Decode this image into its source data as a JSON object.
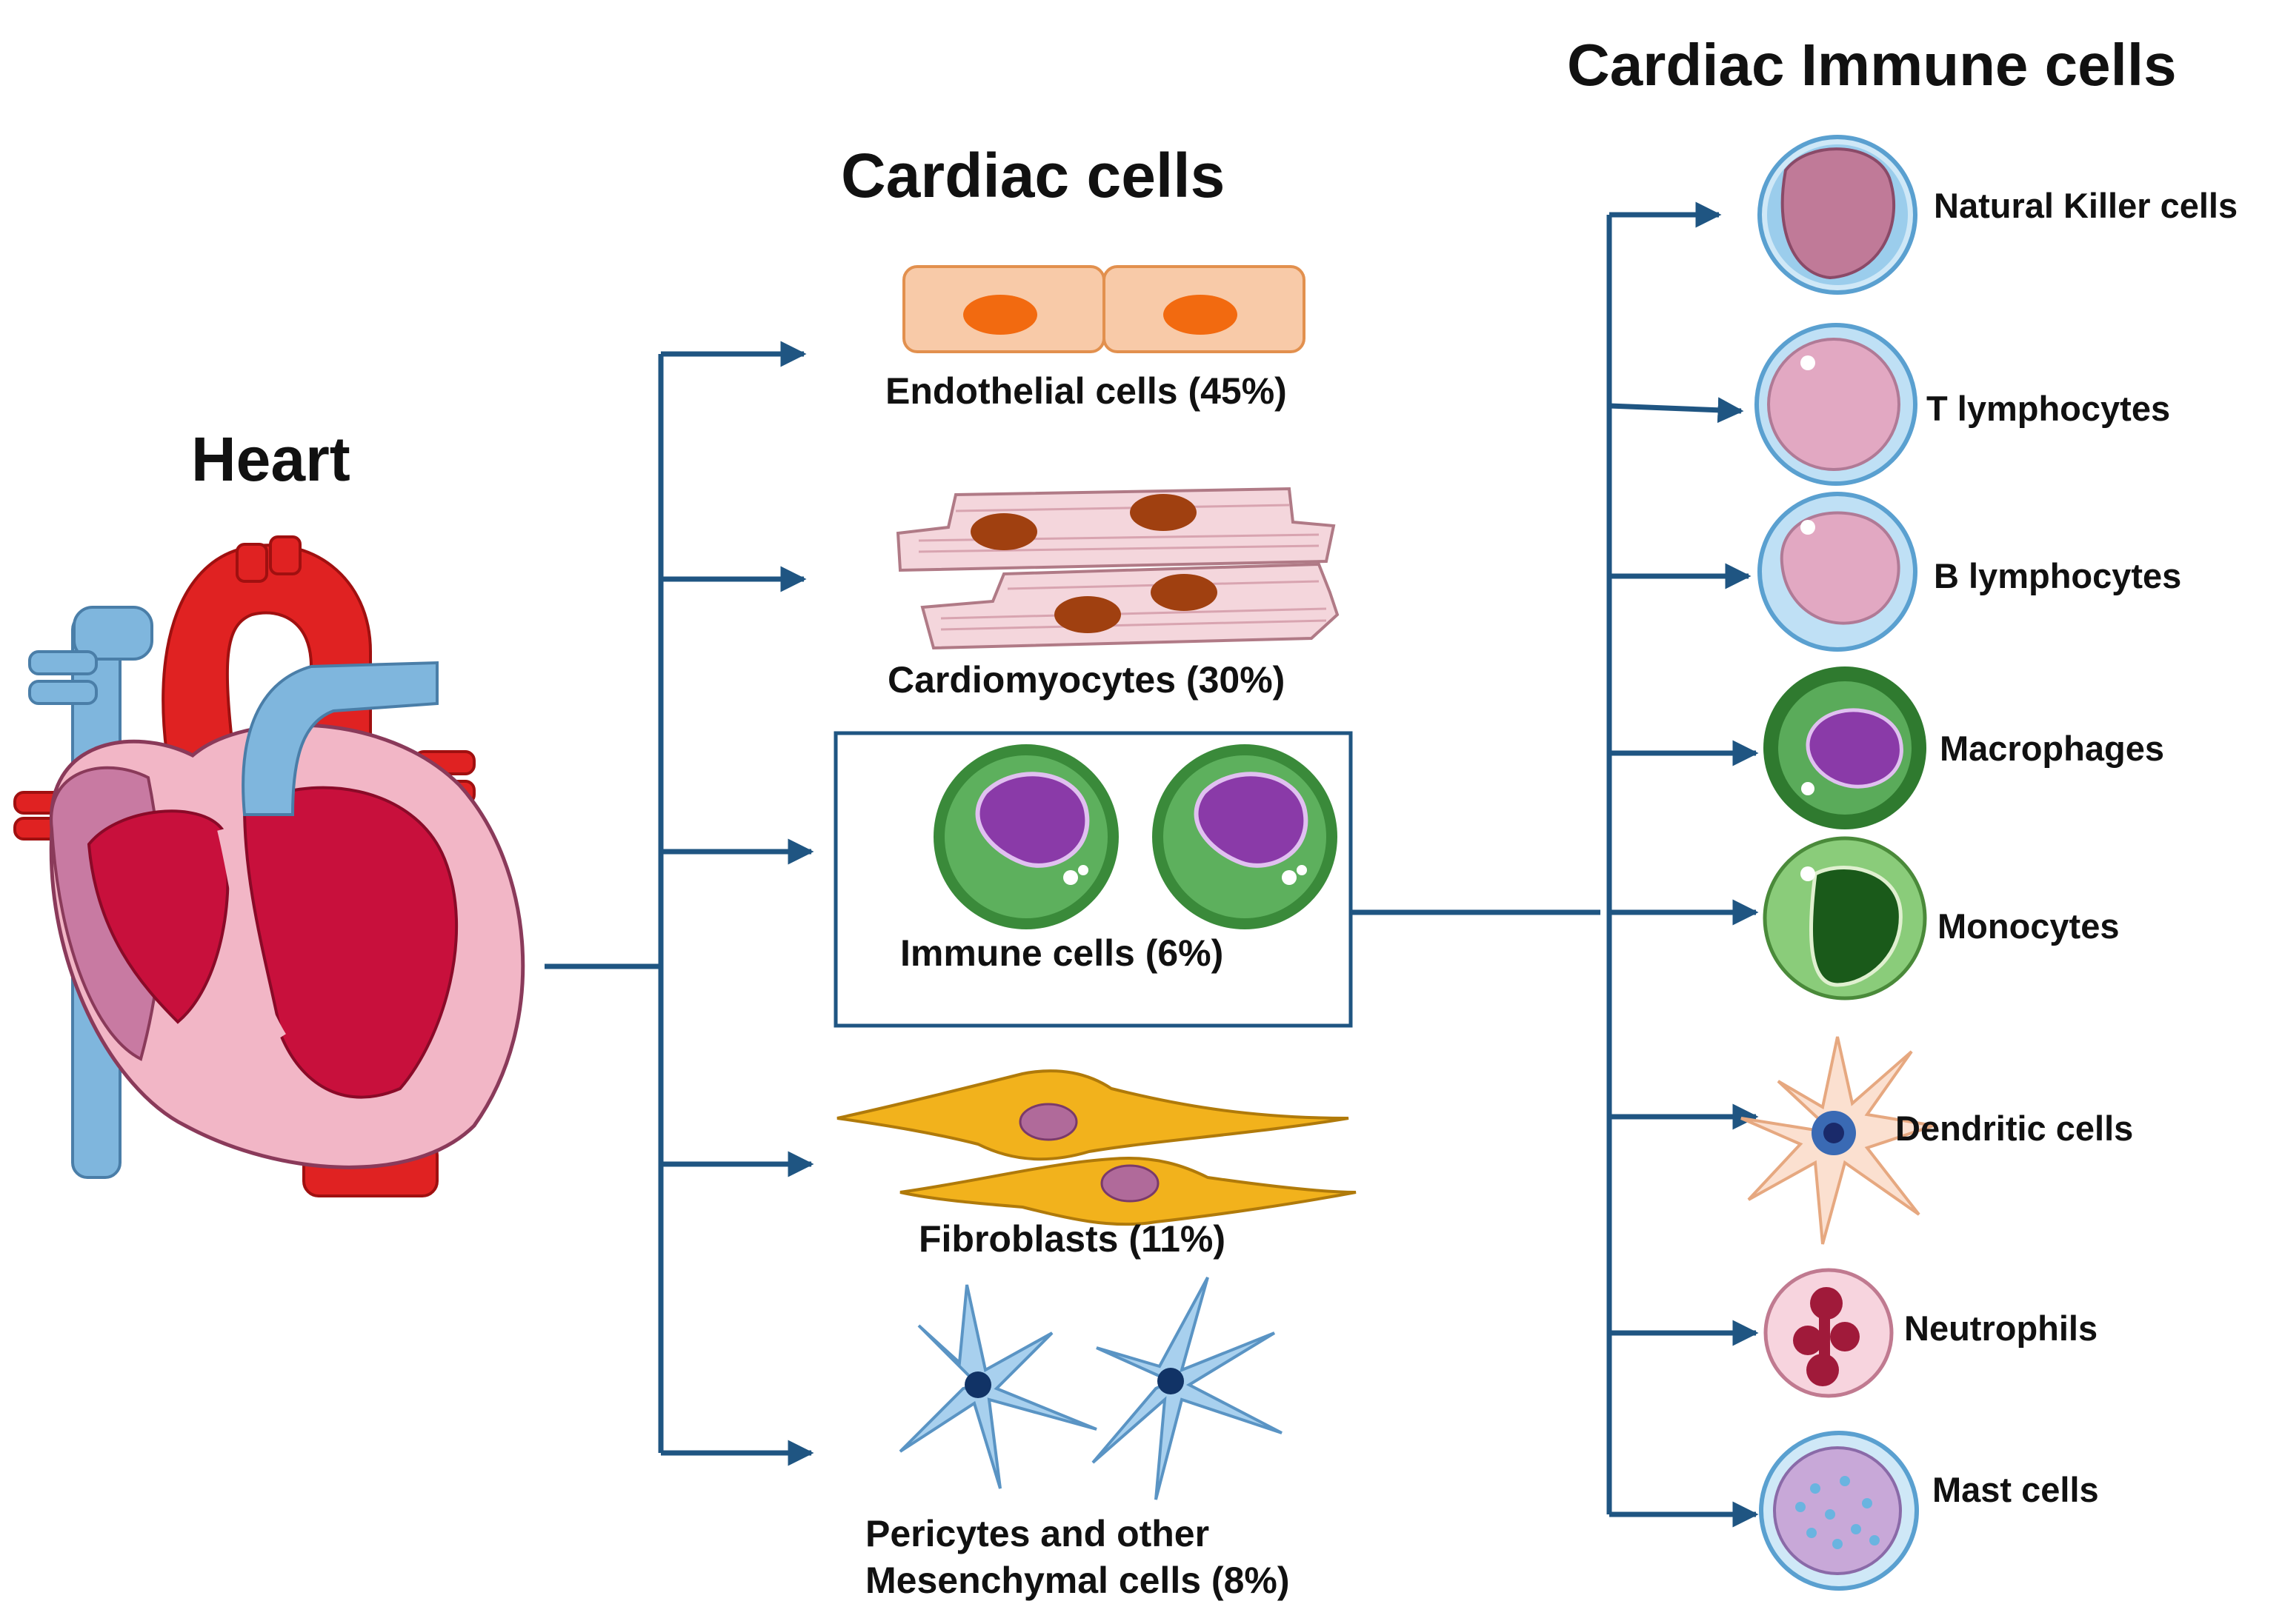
{
  "titles": {
    "heart": "Heart",
    "cardiac_cells": "Cardiac cells",
    "immune_cells": "Cardiac Immune cells"
  },
  "cardiac_cells": [
    {
      "key": "endothelial",
      "label": "Endothelial cells (45%)"
    },
    {
      "key": "cardiomyocytes",
      "label": "Cardiomyocytes  (30%)"
    },
    {
      "key": "immune",
      "label": "Immune  cells (6%)"
    },
    {
      "key": "fibroblasts",
      "label": "Fibroblasts (11%)"
    },
    {
      "key": "pericytes",
      "label": "Pericytes and other\nMesenchymal cells (8%)"
    }
  ],
  "immune_cells": [
    {
      "key": "nk",
      "label": "Natural  Killer  cells"
    },
    {
      "key": "t",
      "label": "T lymphocytes"
    },
    {
      "key": "b",
      "label": "B lymphocytes"
    },
    {
      "key": "macrophages",
      "label": "Macrophages"
    },
    {
      "key": "monocytes",
      "label": "Monocytes"
    },
    {
      "key": "dendritic",
      "label": "Dendritic  cells"
    },
    {
      "key": "neutrophils",
      "label": "Neutrophils"
    },
    {
      "key": "mast",
      "label": "Mast cells"
    }
  ],
  "colors": {
    "connector": "#1f5582",
    "heart_red": "#e02222",
    "heart_pink": "#f2b6c6",
    "heart_dark": "#c8103c",
    "vessel_blue": "#7fb6dd",
    "macrophage_green": "#3a8a3a",
    "nucleus_purple": "#8a3aa8",
    "endothelial_fill": "#f8caa8",
    "endothelial_nucleus": "#f26a10",
    "myocyte_fill": "#f4d6dc",
    "myocyte_nucleus": "#a04010",
    "fibroblast_fill": "#f2b21c",
    "pericyte_fill": "#a8d0ee"
  }
}
